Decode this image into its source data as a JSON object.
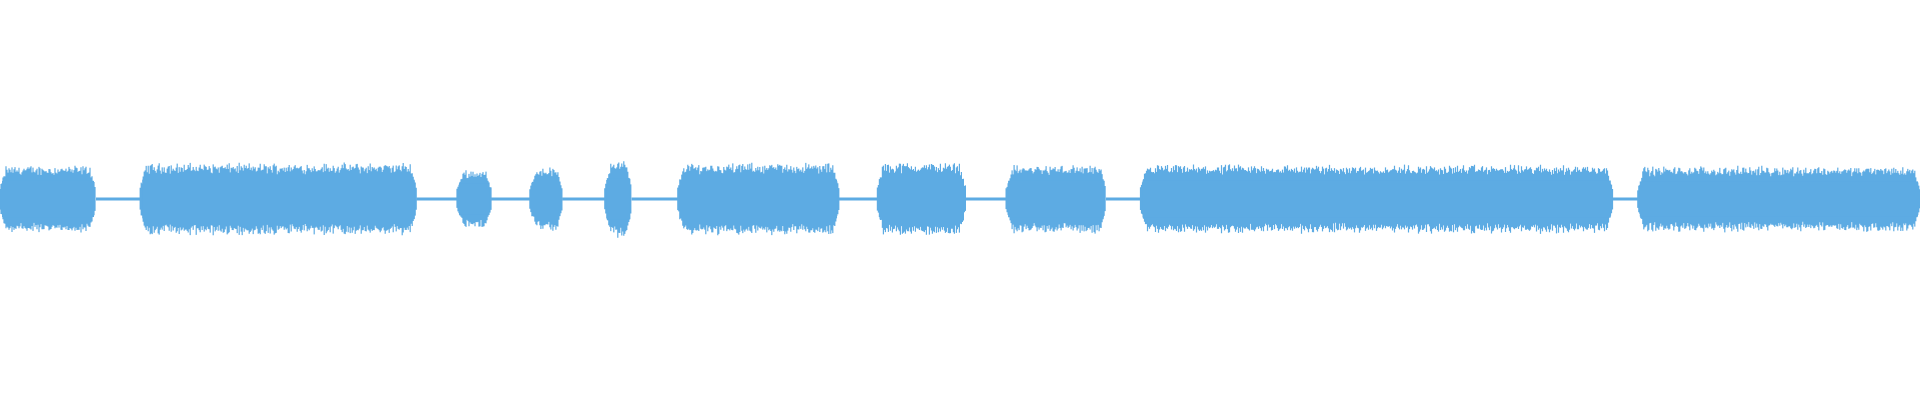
{
  "waveform": {
    "color": "#5dabe3",
    "background": "#ffffff",
    "segments": [
      {
        "start": 0.0,
        "end": 0.05,
        "amplitude": 0.82,
        "kind": "sound"
      },
      {
        "start": 0.05,
        "end": 0.073,
        "amplitude": 0.04,
        "kind": "silence"
      },
      {
        "start": 0.073,
        "end": 0.217,
        "amplitude": 0.88,
        "kind": "sound"
      },
      {
        "start": 0.217,
        "end": 0.238,
        "amplitude": 0.04,
        "kind": "silence"
      },
      {
        "start": 0.238,
        "end": 0.256,
        "amplitude": 0.72,
        "kind": "sound"
      },
      {
        "start": 0.256,
        "end": 0.276,
        "amplitude": 0.04,
        "kind": "silence"
      },
      {
        "start": 0.276,
        "end": 0.293,
        "amplitude": 0.78,
        "kind": "sound"
      },
      {
        "start": 0.293,
        "end": 0.315,
        "amplitude": 0.04,
        "kind": "silence"
      },
      {
        "start": 0.315,
        "end": 0.329,
        "amplitude": 0.95,
        "kind": "sound"
      },
      {
        "start": 0.329,
        "end": 0.353,
        "amplitude": 0.04,
        "kind": "silence"
      },
      {
        "start": 0.353,
        "end": 0.437,
        "amplitude": 0.88,
        "kind": "sound"
      },
      {
        "start": 0.437,
        "end": 0.457,
        "amplitude": 0.04,
        "kind": "silence"
      },
      {
        "start": 0.457,
        "end": 0.503,
        "amplitude": 0.9,
        "kind": "sound"
      },
      {
        "start": 0.503,
        "end": 0.524,
        "amplitude": 0.04,
        "kind": "silence"
      },
      {
        "start": 0.524,
        "end": 0.576,
        "amplitude": 0.83,
        "kind": "sound"
      },
      {
        "start": 0.576,
        "end": 0.594,
        "amplitude": 0.04,
        "kind": "silence"
      },
      {
        "start": 0.594,
        "end": 0.84,
        "amplitude": 0.84,
        "kind": "sound"
      },
      {
        "start": 0.84,
        "end": 0.853,
        "amplitude": 0.04,
        "kind": "silence"
      },
      {
        "start": 0.853,
        "end": 1.0,
        "amplitude": 0.8,
        "kind": "sound"
      }
    ]
  }
}
